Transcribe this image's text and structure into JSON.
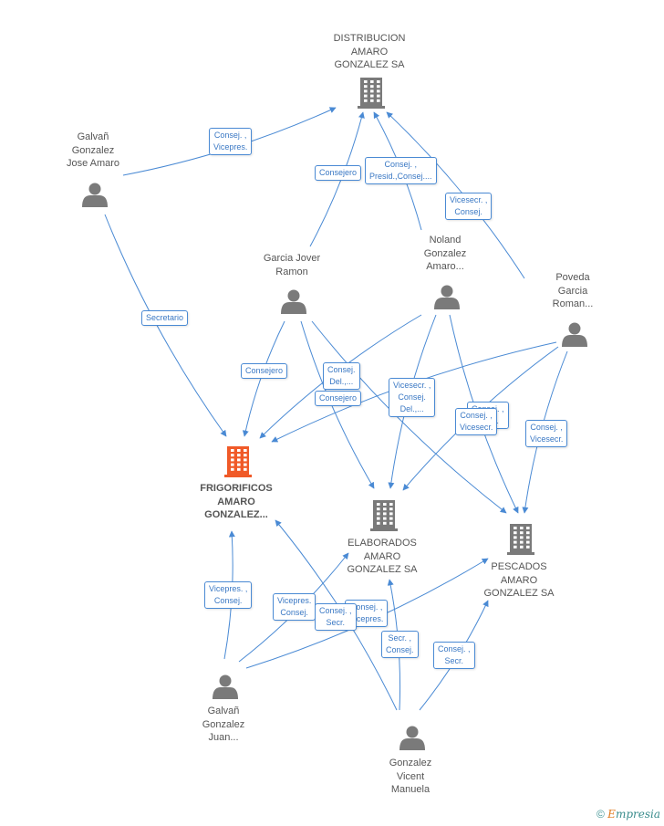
{
  "nodes": {
    "distribucion": {
      "label": "DISTRIBUCION AMARO GONZALEZ SA",
      "lines": [
        "DISTRIBUCION",
        "AMARO",
        "GONZALEZ SA"
      ],
      "type": "company"
    },
    "frigorificos": {
      "label": "FRIGORIFICOS AMARO GONZALEZ...",
      "lines": [
        "FRIGORIFICOS",
        "AMARO",
        "GONZALEZ..."
      ],
      "type": "company-main"
    },
    "elaborados": {
      "label": "ELABORADOS AMARO GONZALEZ SA",
      "lines": [
        "ELABORADOS",
        "AMARO",
        "GONZALEZ SA"
      ],
      "type": "company"
    },
    "pescados": {
      "label": "PESCADOS AMARO GONZALEZ SA",
      "lines": [
        "PESCADOS",
        "AMARO",
        "GONZALEZ SA"
      ],
      "type": "company"
    },
    "galvan_jose": {
      "lines": [
        "Galvañ",
        "Gonzalez",
        "Jose Amaro"
      ],
      "type": "person"
    },
    "garcia_jover": {
      "lines": [
        "Garcia Jover",
        "Ramon"
      ],
      "type": "person"
    },
    "noland": {
      "lines": [
        "Noland",
        "Gonzalez",
        "Amaro..."
      ],
      "type": "person"
    },
    "poveda": {
      "lines": [
        "Poveda",
        "Garcia",
        "Roman..."
      ],
      "type": "person"
    },
    "galvan_juan": {
      "lines": [
        "Galvañ",
        "Gonzalez",
        "Juan..."
      ],
      "type": "person"
    },
    "gonzalez_vicent": {
      "lines": [
        "Gonzalez",
        "Vicent",
        "Manuela"
      ],
      "type": "person"
    }
  },
  "edge_labels": {
    "e1": [
      "Consej. ,",
      "Vicepres."
    ],
    "e2": [
      "Consejero"
    ],
    "e3": [
      "Consej. ,",
      "Presid.,Consej...."
    ],
    "e4": [
      "Vicesecr. ,",
      "Consej."
    ],
    "e5": [
      "Secretario"
    ],
    "e6": [
      "Consejero"
    ],
    "e7": [
      "Consej.",
      "Del.,..."
    ],
    "e8": [
      "Consejero"
    ],
    "e9": [
      "Vicesecr. ,",
      "Consej.",
      "Del.,..."
    ],
    "e10": [
      "Consej. ,",
      "P...j...."
    ],
    "e11": [
      "Consej. ,",
      "Vicesecr."
    ],
    "e12": [
      "Consej. ,",
      "Vicesecr."
    ],
    "e13": [
      "Vicepres. ,",
      "Consej."
    ],
    "e14": [
      "Vicepres.",
      "Consej."
    ],
    "e15": [
      "Consej. ,",
      "Vicepres."
    ],
    "e16": [
      "Consej. ,",
      "Secr."
    ],
    "e17": [
      "Secr. ,",
      "Consej."
    ],
    "e18": [
      "Consej. ,",
      "Secr."
    ]
  },
  "colors": {
    "edge": "#4a8ad4",
    "node_gray": "#7a7a7a",
    "main_company": "#f05a28"
  },
  "icons": {
    "company": "building-icon",
    "person": "person-icon"
  },
  "footer": {
    "copyright": "©",
    "brand_first": "E",
    "brand_rest": "mpresia"
  }
}
